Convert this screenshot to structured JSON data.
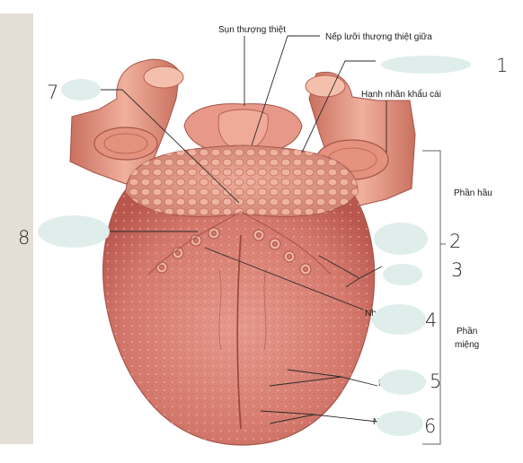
{
  "labels": {
    "epiglottis": "Sụn thượng thiệt",
    "median_fold": "Nếp lưỡi thượng thiệt giữa",
    "palatine_tonsil": "Hạnh nhân khẩu cái",
    "pharyngeal_part": "Phần hầu",
    "oral_part_line1": "Phần",
    "oral_part_line2": "miệng",
    "partial_4": "Nh",
    "partial_5": "N",
    "partial_6": "N"
  },
  "handwritten_numbers": [
    "1",
    "2",
    "3",
    "4",
    "5",
    "6",
    "7",
    "8"
  ],
  "colors": {
    "tongue": "#d98579",
    "tongue_dark": "#b9574f",
    "pharynx": "#e59a88",
    "sidebar": "#e4dfd6",
    "redaction": "#dfeeea"
  }
}
